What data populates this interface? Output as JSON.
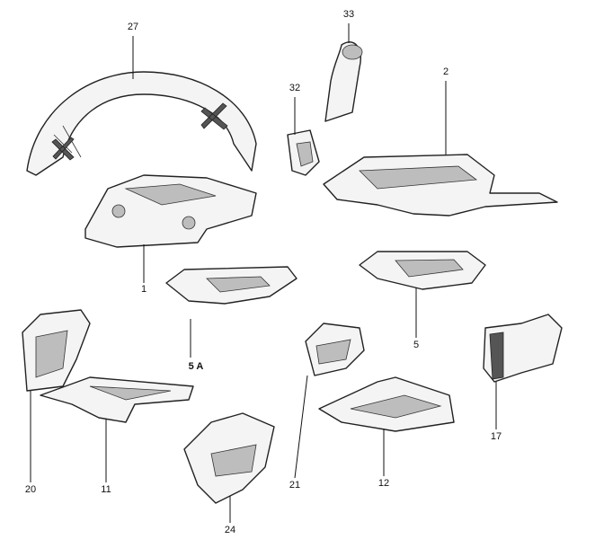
{
  "labels": {
    "p27": "27",
    "p33": "33",
    "p32": "32",
    "p2": "2",
    "p1": "1",
    "p5a": "5 A",
    "p5": "5",
    "p20": "20",
    "p11": "11",
    "p21": "21",
    "p12": "12",
    "p17": "17",
    "p24": "24"
  }
}
